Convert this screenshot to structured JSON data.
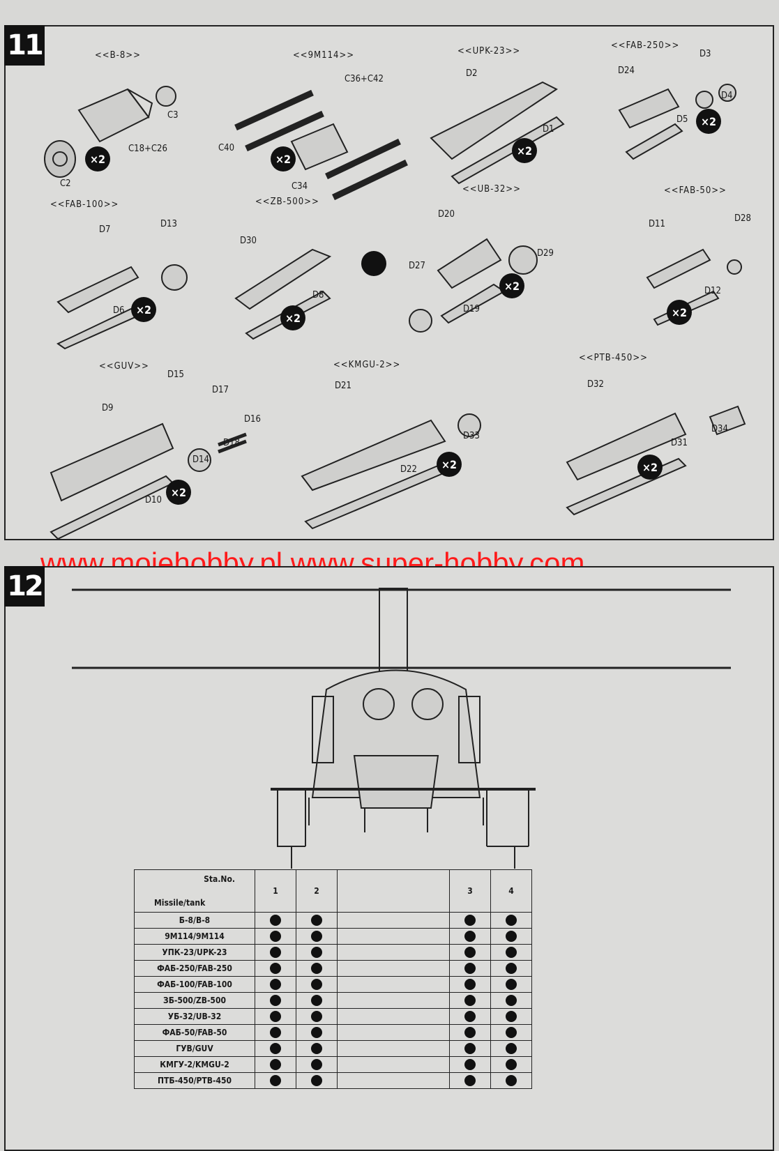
{
  "step11": {
    "number": "11",
    "groups": [
      {
        "title": "<<B-8>>",
        "parts": [
          "C3",
          "C18+C26",
          "C2"
        ],
        "qty": "×2"
      },
      {
        "title": "<<9M114>>",
        "parts": [
          "C36+C42",
          "C40",
          "C34"
        ],
        "qty": "×2"
      },
      {
        "title": "<<UPK-23>>",
        "parts": [
          "D2",
          "D1"
        ],
        "qty": "×2"
      },
      {
        "title": "<<FAB-250>>",
        "parts": [
          "D3",
          "D24",
          "D4",
          "D5"
        ],
        "qty": "×2"
      },
      {
        "title": "<<FAB-100>>",
        "parts": [
          "D13",
          "D7",
          "D6"
        ],
        "qty": "×2"
      },
      {
        "title": "<<ZB-500>>",
        "parts": [
          "D30",
          "D8"
        ],
        "qty": "×2"
      },
      {
        "title": "<<UB-32>>",
        "parts": [
          "D20",
          "D29",
          "D27",
          "D19"
        ],
        "qty": "×2"
      },
      {
        "title": "<<FAB-50>>",
        "parts": [
          "D11",
          "D28",
          "D12"
        ],
        "qty": "×2"
      },
      {
        "title": "<<GUV>>",
        "parts": [
          "D15",
          "D17",
          "D9",
          "D16",
          "D18",
          "D14",
          "D10"
        ],
        "qty": "×2"
      },
      {
        "title": "<<KMGU-2>>",
        "parts": [
          "D21",
          "D33",
          "D22"
        ],
        "qty": "×2"
      },
      {
        "title": "<<PTB-450>>",
        "parts": [
          "D32",
          "D34",
          "D31"
        ],
        "qty": "×2"
      }
    ]
  },
  "watermark": "www.mojehobby.pl www.super-hobby.com",
  "step12": {
    "number": "12",
    "table": {
      "header_station": "Sta.No.",
      "header_missile": "Missile/tank",
      "stations": [
        "1",
        "2",
        "3",
        "4"
      ],
      "rows": [
        {
          "name": "Б-8/B-8",
          "loads": [
            true,
            true,
            true,
            true
          ]
        },
        {
          "name": "9M114/9M114",
          "loads": [
            true,
            true,
            true,
            true
          ]
        },
        {
          "name": "УПК-23/UPK-23",
          "loads": [
            true,
            true,
            true,
            true
          ]
        },
        {
          "name": "ФАБ-250/FAB-250",
          "loads": [
            true,
            true,
            true,
            true
          ]
        },
        {
          "name": "ФАБ-100/FAB-100",
          "loads": [
            true,
            true,
            true,
            true
          ]
        },
        {
          "name": "ЗБ-500/ZB-500",
          "loads": [
            true,
            true,
            true,
            true
          ]
        },
        {
          "name": "УБ-32/UB-32",
          "loads": [
            true,
            true,
            true,
            true
          ]
        },
        {
          "name": "ФАБ-50/FAB-50",
          "loads": [
            true,
            true,
            true,
            true
          ]
        },
        {
          "name": "ГУВ/GUV",
          "loads": [
            true,
            true,
            true,
            true
          ]
        },
        {
          "name": "КМГУ-2/KMGU-2",
          "loads": [
            true,
            true,
            true,
            true
          ]
        },
        {
          "name": "ПТБ-450/PTB-450",
          "loads": [
            true,
            true,
            true,
            true
          ]
        }
      ]
    }
  }
}
